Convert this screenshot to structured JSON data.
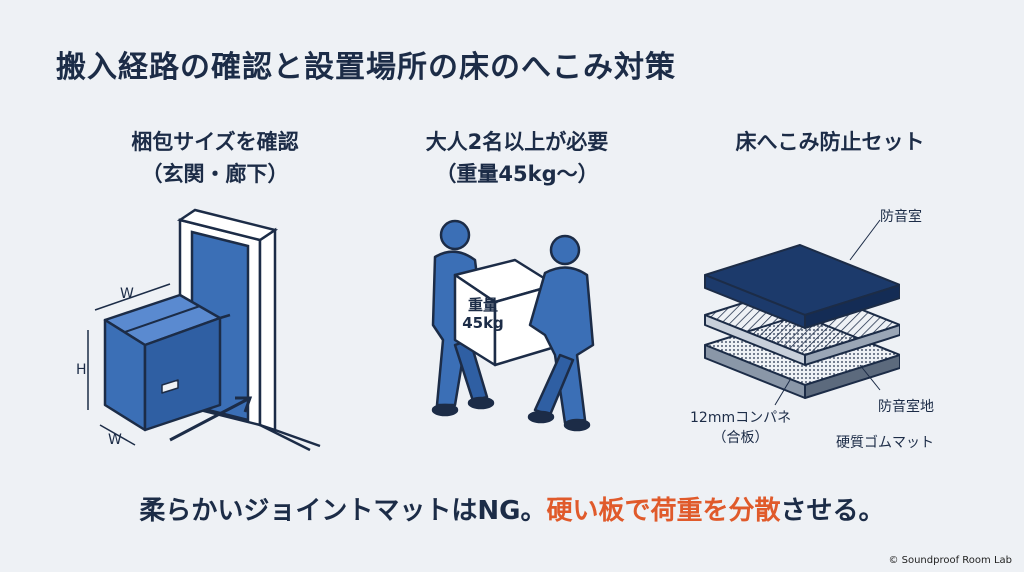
{
  "title": "搬入経路の確認と設置場所の床のへこみ対策",
  "columns": [
    {
      "heading_line1": "梱包サイズを確認",
      "heading_line2": "（玄関・廊下）",
      "dim_labels": {
        "w_top": "W",
        "h": "H",
        "w_bottom": "W"
      }
    },
    {
      "heading_line1": "大人2名以上が必要",
      "heading_line2": "（重量45kg〜）",
      "box_text_line1": "重量",
      "box_text_line2": "45kg"
    },
    {
      "heading_line1": "床へこみ防止セット",
      "heading_line2": "",
      "layers": {
        "top": "防音室",
        "middle": "防音室地",
        "plywood_line1": "12mmコンパネ",
        "plywood_line2": "（合板）",
        "rubber": "硬質ゴムマット"
      }
    }
  ],
  "bottom_text": {
    "normal": "柔らかいジョイントマットはNG。",
    "accent": "硬い板で荷重を分散",
    "tail": "させる。"
  },
  "copyright": "© Soundproof Room Lab",
  "colors": {
    "navy": "#1c3a6b",
    "blue": "#3b6fb6",
    "accent": "#e05a2b",
    "background": "#eef1f5"
  }
}
